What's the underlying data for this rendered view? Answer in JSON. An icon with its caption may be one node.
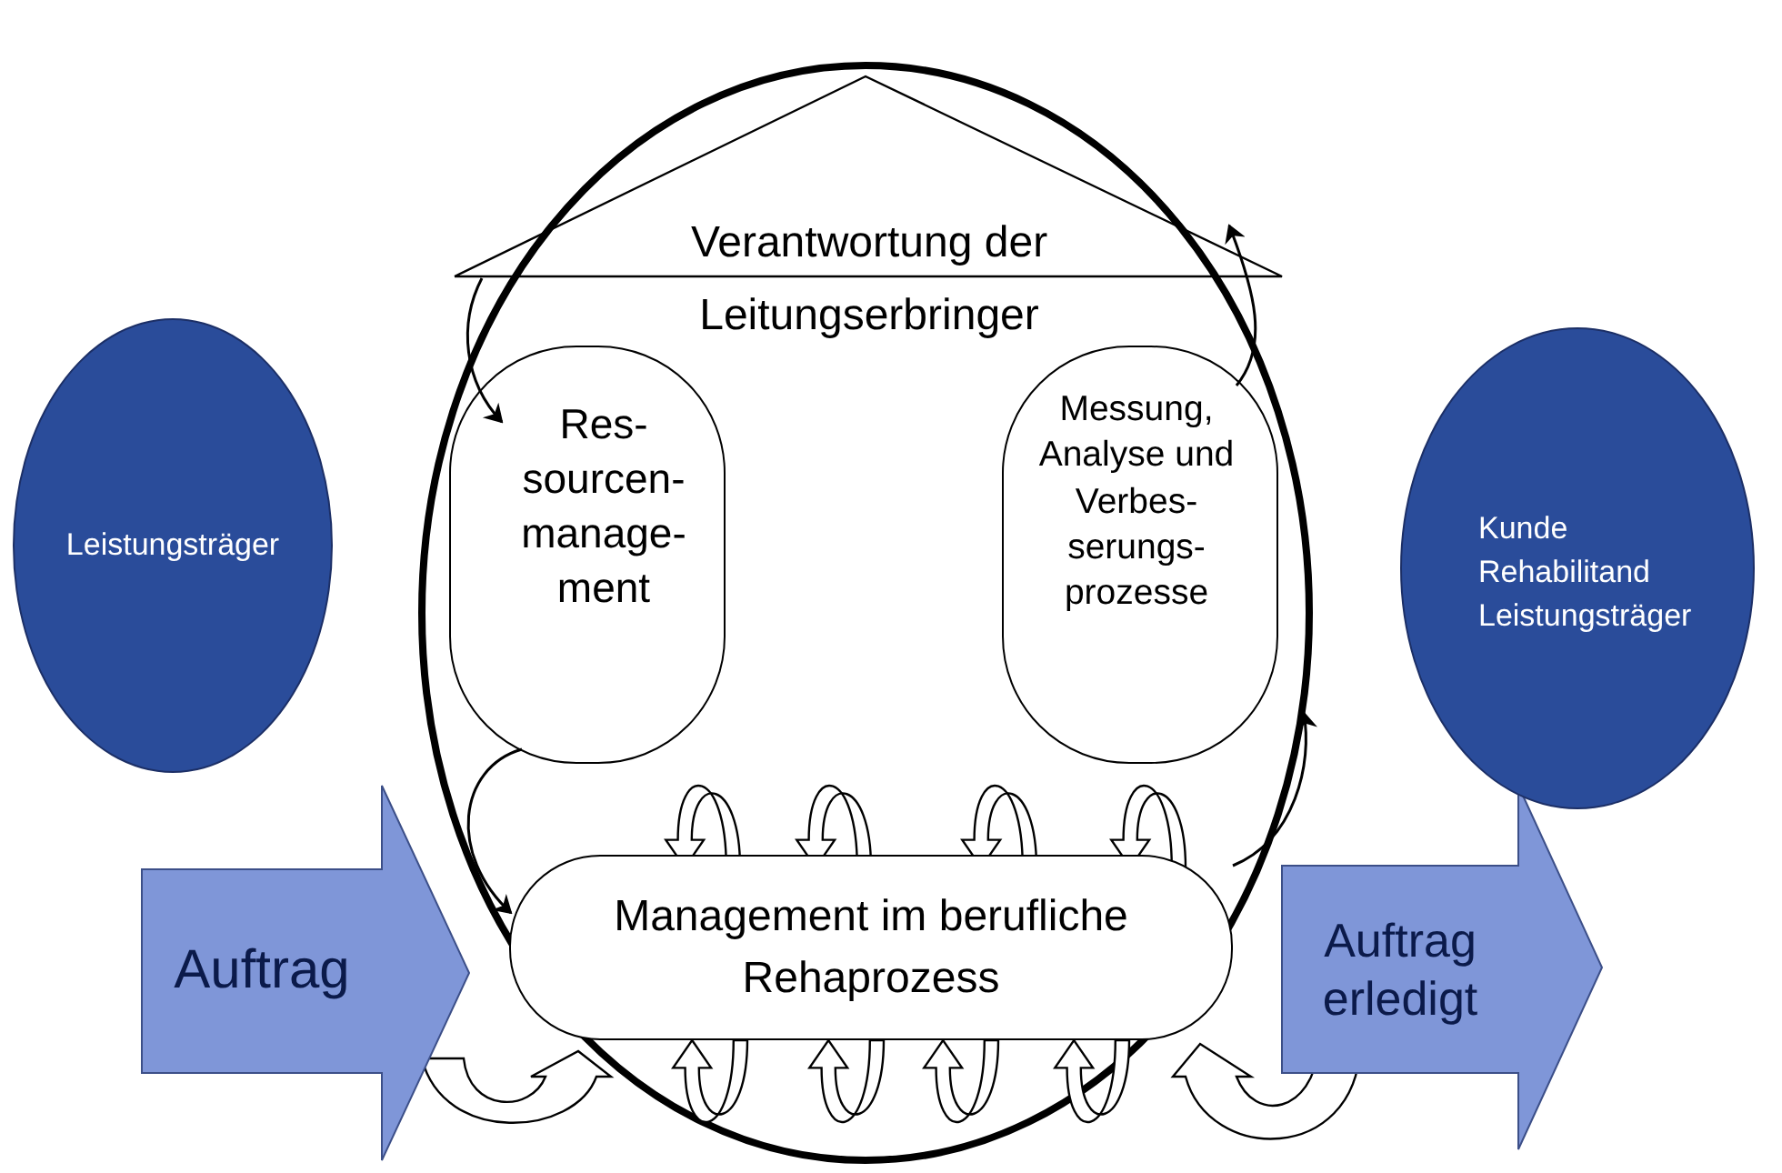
{
  "diagram": {
    "nodes": [
      {
        "text": [
          "Leistungsträger"
        ]
      },
      {
        "text": [
          "Auftrag"
        ]
      },
      {
        "text": [
          "Verantwortung der Leitungserbringer"
        ]
      },
      {
        "text": [
          "Res- sourcen- manage- ment"
        ]
      },
      {
        "text": [
          "Messung, Analyse und Verbes- serungs- prozesse"
        ]
      },
      {
        "text": [
          "Management im berufliche Rehaprozess"
        ]
      },
      {
        "text": [
          "Auftrag erledigt"
        ]
      },
      {
        "text": [
          "Kunde Rehabilitand Leistungsträger"
        ]
      }
    ],
    "edges": [
      {
        "from": 2,
        "to": 3,
        "arrow": "to"
      },
      {
        "from": 3,
        "to": 5,
        "arrow": "to"
      },
      {
        "from": 5,
        "to": 4,
        "arrow": "to"
      },
      {
        "from": 4,
        "to": 2,
        "arrow": "to"
      }
    ]
  }
}
